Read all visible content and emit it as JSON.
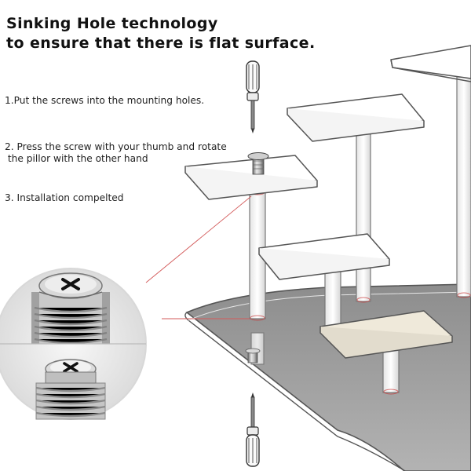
{
  "headline": {
    "line1": "Sinking Hole technology",
    "line2": "to ensure that there is flat surface."
  },
  "steps": [
    {
      "line1": "1.Put the screws into the mounting holes."
    },
    {
      "line1": "2. Press the screw with your thumb and rotate",
      "line2": " the pillor with the other hand"
    },
    {
      "line1": "3. Installation compelted"
    }
  ],
  "icons": {
    "screwdriver": "screwdriver-icon",
    "screw_head": "cross-head-screw-icon"
  },
  "colors": {
    "text": "#111111",
    "acrylic_edge": "#666666",
    "base_fill": "#9c9c9c",
    "highlight_step": "#efe9da",
    "pointer_line": "#d35a5a"
  }
}
